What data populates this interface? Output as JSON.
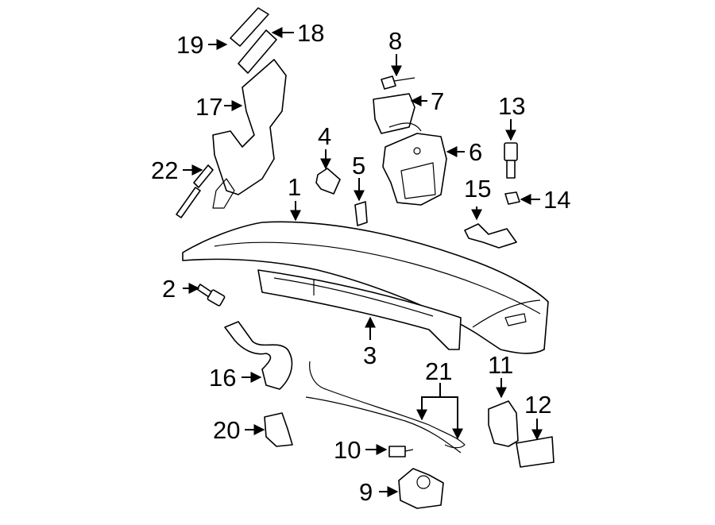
{
  "diagram": {
    "callouts": [
      {
        "label": "1"
      },
      {
        "label": "2"
      },
      {
        "label": "3"
      },
      {
        "label": "4"
      },
      {
        "label": "5"
      },
      {
        "label": "6"
      },
      {
        "label": "7"
      },
      {
        "label": "8"
      },
      {
        "label": "9"
      },
      {
        "label": "10"
      },
      {
        "label": "11"
      },
      {
        "label": "12"
      },
      {
        "label": "13"
      },
      {
        "label": "14"
      },
      {
        "label": "15"
      },
      {
        "label": "16"
      },
      {
        "label": "17"
      },
      {
        "label": "18"
      },
      {
        "label": "19"
      },
      {
        "label": "20"
      },
      {
        "label": "21"
      },
      {
        "label": "22"
      }
    ]
  }
}
